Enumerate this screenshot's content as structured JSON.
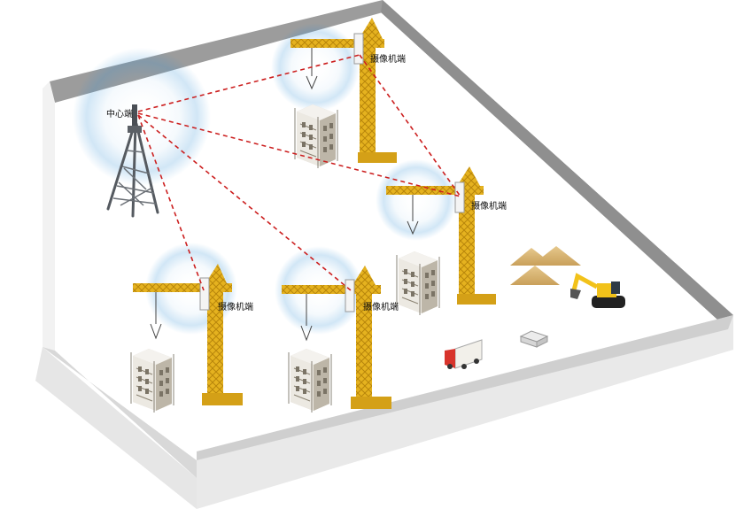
{
  "center": {
    "label": "中心端"
  },
  "cameras": [
    {
      "id": "cam-top",
      "label": "摄像机端"
    },
    {
      "id": "cam-right",
      "label": "摄像机端"
    },
    {
      "id": "cam-left",
      "label": "摄像机端"
    },
    {
      "id": "cam-mid",
      "label": "摄像机端"
    }
  ],
  "colors": {
    "link": "#cc1f1f",
    "crane": "#e5b21f",
    "crane_dark": "#b8860b",
    "wall_top": "#9c9c9c",
    "wall_side": "#e6e6e6",
    "floor": "#ffffff",
    "signal": "#2f8fd6",
    "tower": "#555a60"
  }
}
